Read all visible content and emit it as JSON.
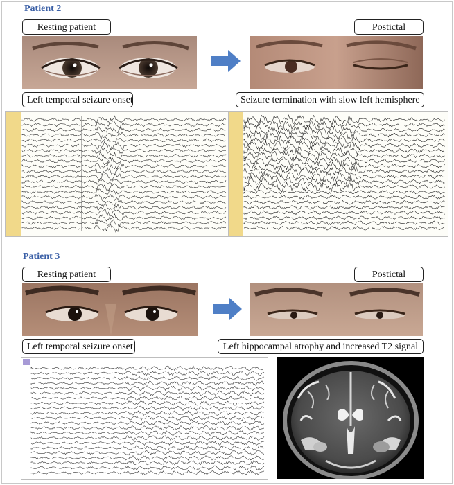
{
  "patient2": {
    "title": "Patient 2",
    "resting_label": "Resting patient",
    "postictal_label": "Postictal",
    "onset_label": "Left temporal seizure onset",
    "termination_label": "Seizure termination with slow left hemisphere"
  },
  "patient3": {
    "title": "Patient 3",
    "resting_label": "Resting patient",
    "postictal_label": "Postictal",
    "onset_label": "Left temporal seizure onset",
    "mri_label": "Left hippocampal atrophy and increased T2 signal"
  }
}
